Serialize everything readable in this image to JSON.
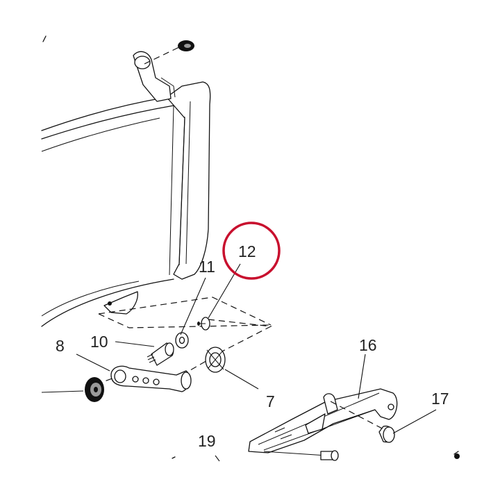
{
  "diagram": {
    "callouts": [
      {
        "id": "8",
        "label": "8"
      },
      {
        "id": "10",
        "label": "10"
      },
      {
        "id": "11",
        "label": "11"
      },
      {
        "id": "12",
        "label": "12"
      },
      {
        "id": "7",
        "label": "7"
      },
      {
        "id": "16",
        "label": "16"
      },
      {
        "id": "17",
        "label": "17"
      },
      {
        "id": "19",
        "label": "19"
      }
    ],
    "highlight": {
      "target": "12",
      "color": "#c8102e"
    }
  }
}
